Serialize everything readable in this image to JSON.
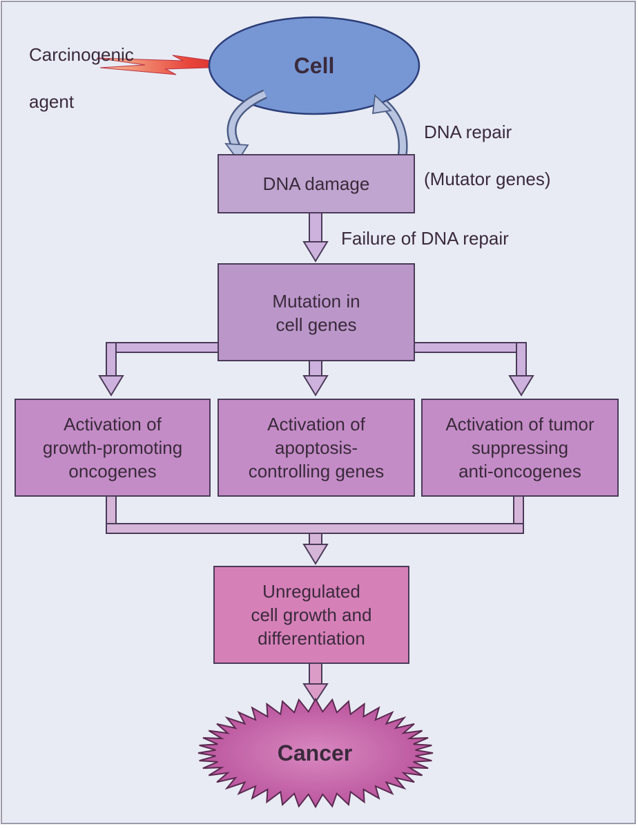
{
  "agent": {
    "line1": "Carcinogenic",
    "line2": "agent"
  },
  "cell": {
    "label": "Cell"
  },
  "dna_repair": {
    "line1": "DNA repair",
    "line2": "(Mutator genes)"
  },
  "dna_damage": {
    "label": "DNA damage"
  },
  "failure": {
    "label": "Failure of DNA repair"
  },
  "mutation": {
    "label": "Mutation in\ncell genes"
  },
  "activations": [
    {
      "label": "Activation of\ngrowth-promoting\noncogenes"
    },
    {
      "label": "Activation of\napoptosis-\ncontrolling genes"
    },
    {
      "label": "Activation of tumor\nsuppressing\nanti-oncogenes"
    }
  ],
  "unregulated": {
    "label": "Unregulated\ncell growth and\ndifferentiation"
  },
  "cancer": {
    "label": "Cancer"
  },
  "colors": {
    "background": "#e8ebf4",
    "cell_fill": "#7797d4",
    "dna_box": "#bfa5cf",
    "mutation_box": "#bb97c9",
    "activation_box": "#c48cc6",
    "unregulated_box": "#d680b8",
    "cancer_fill": "#c868a8",
    "lightning": "#e8443a"
  }
}
